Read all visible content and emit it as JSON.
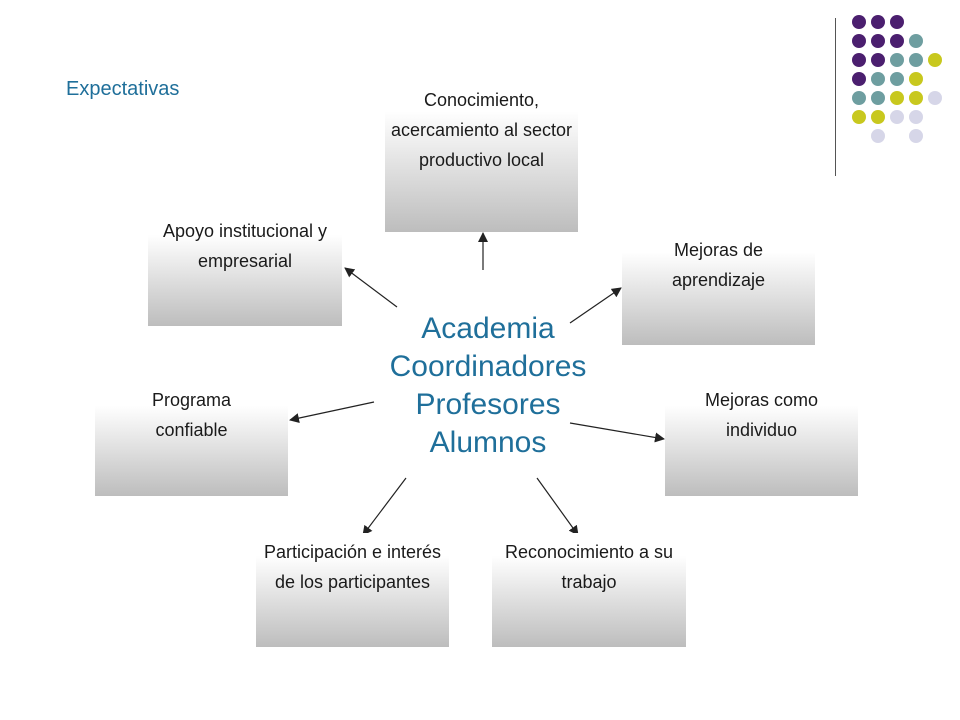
{
  "title": "Expectativas",
  "center_lines": [
    "Academia",
    "Coordinadores",
    "Profesores",
    "Alumnos"
  ],
  "boxes": {
    "conocimiento": "Conocimiento, acercamiento al sector productivo local",
    "apoyo": "Apoyo institucional y empresarial",
    "mejoras_aprendizaje": "Mejoras de aprendizaje",
    "programa": "Programa confiable",
    "mejoras_individuo": "Mejoras como individuo",
    "participacion": "Participación e interés de los participantes",
    "reconocimiento": "Reconocimiento a su trabajo"
  },
  "colors": {
    "title": "#1f6f9a",
    "arrow": "#222222",
    "dot_purple": "#4b1f6f",
    "dot_teal": "#6e9ea0",
    "dot_yellow": "#c8c81e",
    "dot_lavender": "#d6d6e8"
  }
}
